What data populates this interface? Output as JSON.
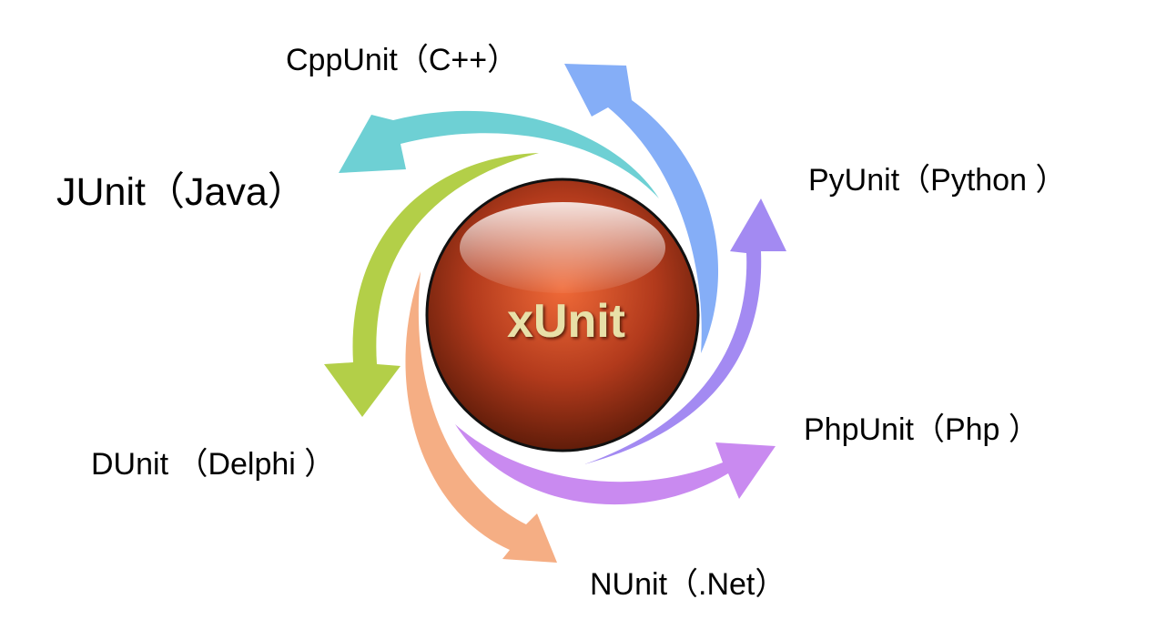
{
  "center": {
    "label": "xUnit",
    "text_color": "#E8E0A8",
    "sphere_colors": [
      "#F06A38",
      "#B23A1C",
      "#5A1A08"
    ]
  },
  "frameworks": [
    {
      "id": "cppunit",
      "label": "CppUnit（C++）",
      "arrow_color": "#85AEF7"
    },
    {
      "id": "junit",
      "label": "JUnit（Java）",
      "arrow_color": "#6ED0D4"
    },
    {
      "id": "pyunit",
      "label": "PyUnit（Python  ）",
      "arrow_color": "#A38AF2"
    },
    {
      "id": "phpunit",
      "label": "PhpUnit（Php  ）",
      "arrow_color": "#C98AF0"
    },
    {
      "id": "dunit",
      "label": "DUnit （Delphi ）",
      "arrow_color": "#B3CF48"
    },
    {
      "id": "nunit",
      "label": "NUnit（.Net）",
      "arrow_color": "#F5AE84"
    }
  ]
}
